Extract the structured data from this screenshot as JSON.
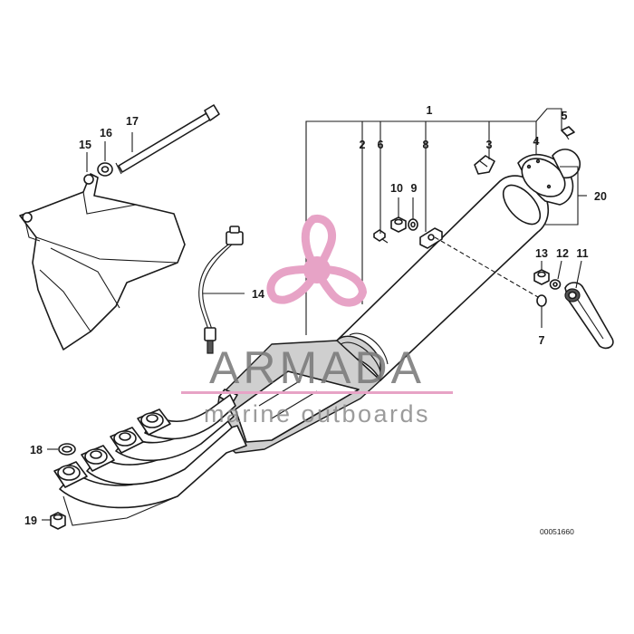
{
  "diagram": {
    "callouts": [
      "1",
      "2",
      "3",
      "4",
      "5",
      "6",
      "7",
      "8",
      "9",
      "10",
      "11",
      "12",
      "13",
      "14",
      "15",
      "16",
      "17",
      "18",
      "19",
      "20"
    ],
    "drawing_code": "00051660"
  },
  "watermark": {
    "brand": "ARMADA",
    "tagline": "marine outboards",
    "accent_color": "#e7a3c6",
    "text_color": "#7a7a7a",
    "logo_icon": "propeller-icon"
  }
}
